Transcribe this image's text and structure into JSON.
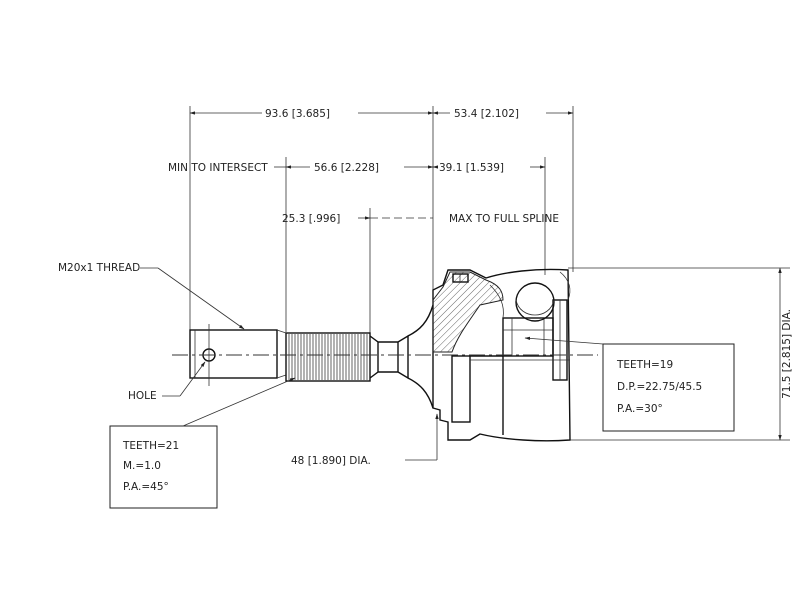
{
  "dimensions": {
    "overall_left": "93.6 [3.685]",
    "overall_right": "53.4 [2.102]",
    "min_to_intersect_label": "MIN TO INTERSECT",
    "min_to_intersect": "56.6 [2.228]",
    "max_spline": "39.1 [1.539]",
    "spline_length": "25.3 [.996]",
    "max_to_full_spline": "MAX TO FULL SPLINE",
    "outer_diameter": "71.5 [2.815] DIA.",
    "seal_diameter": "48 [1.890] DIA."
  },
  "callouts": {
    "thread": "M20x1 THREAD",
    "hole": "HOLE"
  },
  "outer_spline_box": {
    "teeth": "TEETH=21",
    "module": "M.=1.0",
    "pressure_angle": "P.A.=45°"
  },
  "inner_spline_box": {
    "teeth": "TEETH=19",
    "pitch_diameter": "D.P.=22.75/45.5",
    "pressure_angle": "P.A.=30°"
  }
}
